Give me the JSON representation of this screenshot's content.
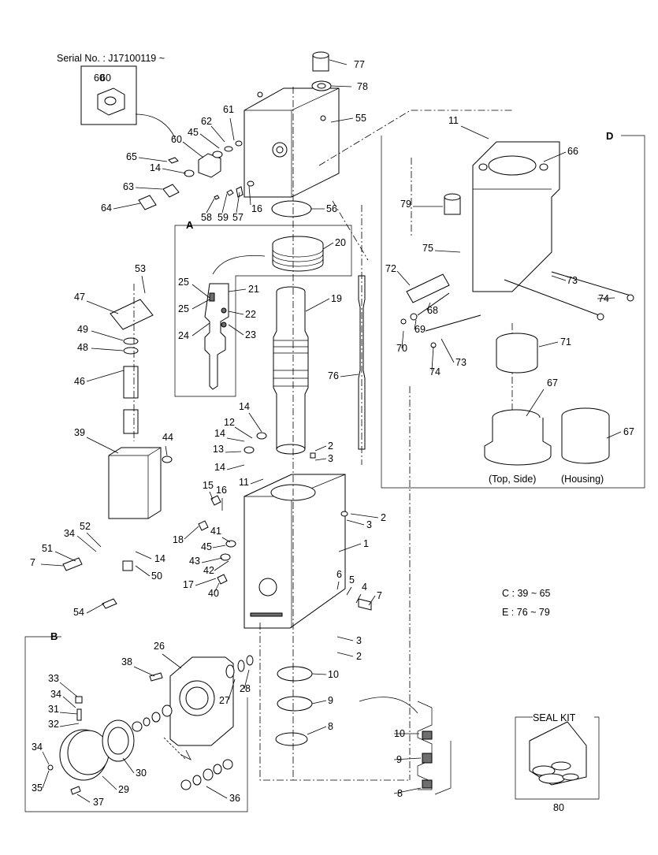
{
  "diagram": {
    "serial_note": "Serial No. : J17100119 ~",
    "group_notes": [
      "C : 39 ~ 65",
      "E : 76 ~ 79"
    ],
    "detail_boxes": [
      "A",
      "B",
      "D"
    ],
    "housing_captions": [
      "(Top, Side)",
      "(Housing)"
    ],
    "seal_kit": {
      "title": "SEAL KIT",
      "part_no": "80"
    },
    "callouts": [
      "1",
      "2",
      "3",
      "4",
      "5",
      "6",
      "7",
      "8",
      "9",
      "10",
      "11",
      "12",
      "13",
      "14",
      "15",
      "16",
      "17",
      "18",
      "19",
      "20",
      "21",
      "22",
      "23",
      "24",
      "25",
      "26",
      "27",
      "28",
      "29",
      "30",
      "31",
      "32",
      "33",
      "34",
      "35",
      "36",
      "37",
      "38",
      "39",
      "40",
      "41",
      "42",
      "43",
      "44",
      "45",
      "46",
      "47",
      "48",
      "49",
      "50",
      "51",
      "52",
      "53",
      "54",
      "55",
      "56",
      "57",
      "58",
      "59",
      "60",
      "61",
      "62",
      "63",
      "64",
      "65",
      "66",
      "67",
      "68",
      "69",
      "70",
      "71",
      "72",
      "73",
      "74",
      "75",
      "76",
      "77",
      "78",
      "79"
    ]
  }
}
